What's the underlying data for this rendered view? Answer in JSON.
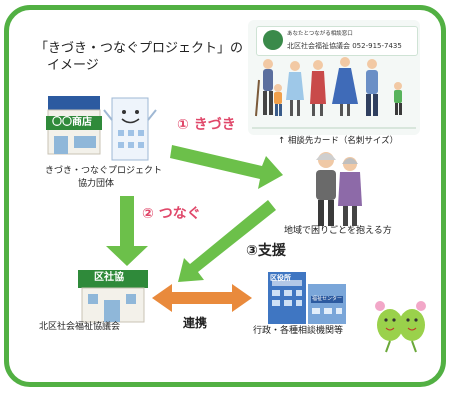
{
  "title": {
    "line1": "「きづき・つなぐプロジェクト」の",
    "line2": "イメージ"
  },
  "nodes": {
    "shop_sign": "〇〇商店",
    "partner_label_1": "きづき・つなぐプロジェクト",
    "partner_label_2": "協力団体",
    "council_sign": "区社協",
    "council_label": "北区社会福祉協議会",
    "resident_label": "地域で困りごとを抱える方",
    "city_hall_sign": "区役所",
    "welfare_center_sign": "福祉センター",
    "agencies_label": "行政・各種相談機関等"
  },
  "steps": {
    "kizuki": "① きづき",
    "tsunagu": "② つなぐ",
    "shien": "③支援",
    "renkei": "連携"
  },
  "card": {
    "line1": "あなたとつながる相談窓口",
    "line2": "北区社会福祉協議会 052-915-7435",
    "caption": "↑ 相談先カード（名刺サイズ）"
  },
  "colors": {
    "frame": "#52b043",
    "arrow_green": "#6cc04a",
    "arrow_orange": "#e98a3c",
    "step_red": "#e0486a"
  }
}
